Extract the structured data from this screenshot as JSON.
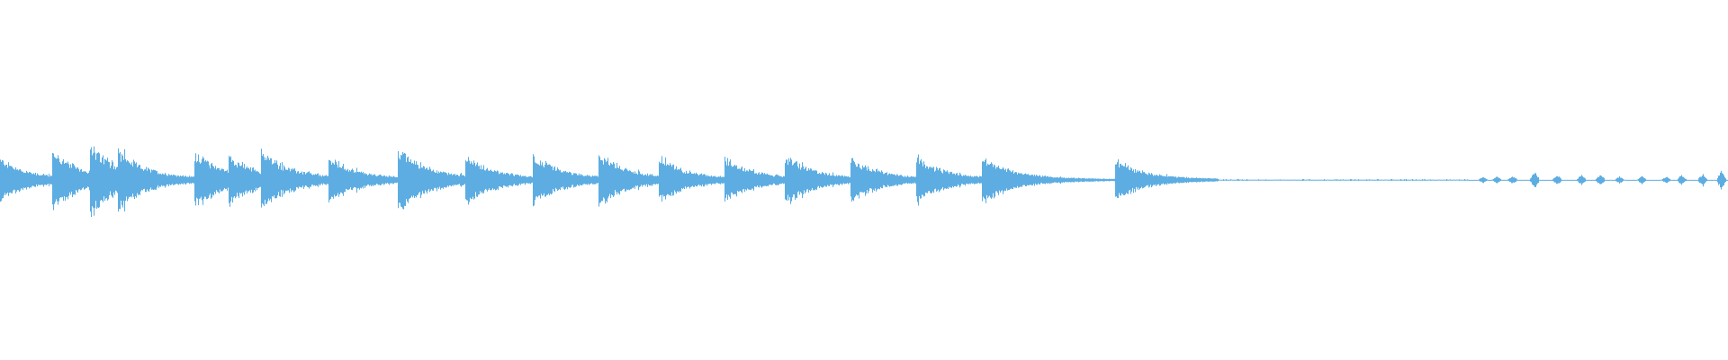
{
  "chart_data": {
    "type": "waveform",
    "title": "",
    "xlabel": "",
    "ylabel": "",
    "axes_visible": false,
    "grid": false,
    "color": "#5dade2",
    "background": "#ffffff",
    "ylim": [
      -1,
      1
    ],
    "duration_fraction_range": [
      0,
      1
    ],
    "notes_onsets": [
      {
        "t": 0.0,
        "peak": 0.1,
        "decay": 0.55
      },
      {
        "t": 0.03,
        "peak": 0.14,
        "decay": 0.5
      },
      {
        "t": 0.052,
        "peak": 0.16,
        "decay": 0.5
      },
      {
        "t": 0.068,
        "peak": 0.14,
        "decay": 0.5
      },
      {
        "t": 0.112,
        "peak": 0.14,
        "decay": 0.5
      },
      {
        "t": 0.132,
        "peak": 0.12,
        "decay": 0.5
      },
      {
        "t": 0.151,
        "peak": 0.14,
        "decay": 0.5
      },
      {
        "t": 0.19,
        "peak": 0.11,
        "decay": 0.5
      },
      {
        "t": 0.23,
        "peak": 0.16,
        "decay": 0.5
      },
      {
        "t": 0.269,
        "peak": 0.12,
        "decay": 0.5
      },
      {
        "t": 0.308,
        "peak": 0.12,
        "decay": 0.5
      },
      {
        "t": 0.346,
        "peak": 0.13,
        "decay": 0.5
      },
      {
        "t": 0.381,
        "peak": 0.11,
        "decay": 0.5
      },
      {
        "t": 0.419,
        "peak": 0.11,
        "decay": 0.5
      },
      {
        "t": 0.454,
        "peak": 0.12,
        "decay": 0.5
      },
      {
        "t": 0.492,
        "peak": 0.11,
        "decay": 0.5
      },
      {
        "t": 0.53,
        "peak": 0.11,
        "decay": 0.5
      },
      {
        "t": 0.568,
        "peak": 0.12,
        "decay": 0.6
      },
      {
        "t": 0.645,
        "peak": 0.1,
        "decay": 0.7
      }
    ],
    "tail_bursts": [
      {
        "t": 0.858,
        "peak": 0.02
      },
      {
        "t": 0.866,
        "peak": 0.02
      },
      {
        "t": 0.875,
        "peak": 0.025
      },
      {
        "t": 0.888,
        "peak": 0.05
      },
      {
        "t": 0.901,
        "peak": 0.03
      },
      {
        "t": 0.915,
        "peak": 0.03
      },
      {
        "t": 0.926,
        "peak": 0.035
      },
      {
        "t": 0.937,
        "peak": 0.02
      },
      {
        "t": 0.95,
        "peak": 0.025
      },
      {
        "t": 0.964,
        "peak": 0.02
      },
      {
        "t": 0.973,
        "peak": 0.03
      },
      {
        "t": 0.985,
        "peak": 0.035
      },
      {
        "t": 0.996,
        "peak": 0.06
      }
    ]
  }
}
